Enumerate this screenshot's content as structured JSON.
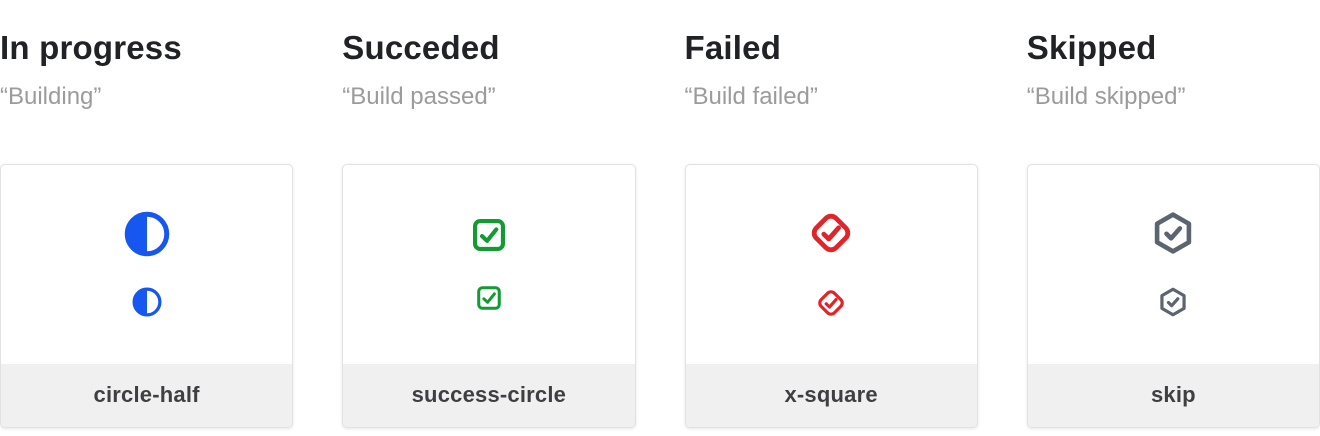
{
  "page": {
    "background_color": "#ffffff",
    "card_border_color": "#e2e2e2",
    "card_footer_background": "#f0f0f0",
    "title_color": "#202225",
    "subtitle_color": "#9b9b9b",
    "footer_label_color": "#3e3f42"
  },
  "columns": [
    {
      "title": "In progress",
      "subtitle": "“Building”",
      "icon": "circle-half-icon",
      "label": "circle-half",
      "color": "#1657f0"
    },
    {
      "title": "Succeded",
      "subtitle": "“Build passed”",
      "icon": "success-circle-icon",
      "label": "success-circle",
      "color": "#129b33"
    },
    {
      "title": "Failed",
      "subtitle": "“Build failed”",
      "icon": "x-square-icon",
      "label": "x-square",
      "color": "#e2232a"
    },
    {
      "title": "Skipped",
      "subtitle": "“Build skipped”",
      "icon": "skip-icon",
      "label": "skip",
      "color": "#5c6470"
    }
  ]
}
